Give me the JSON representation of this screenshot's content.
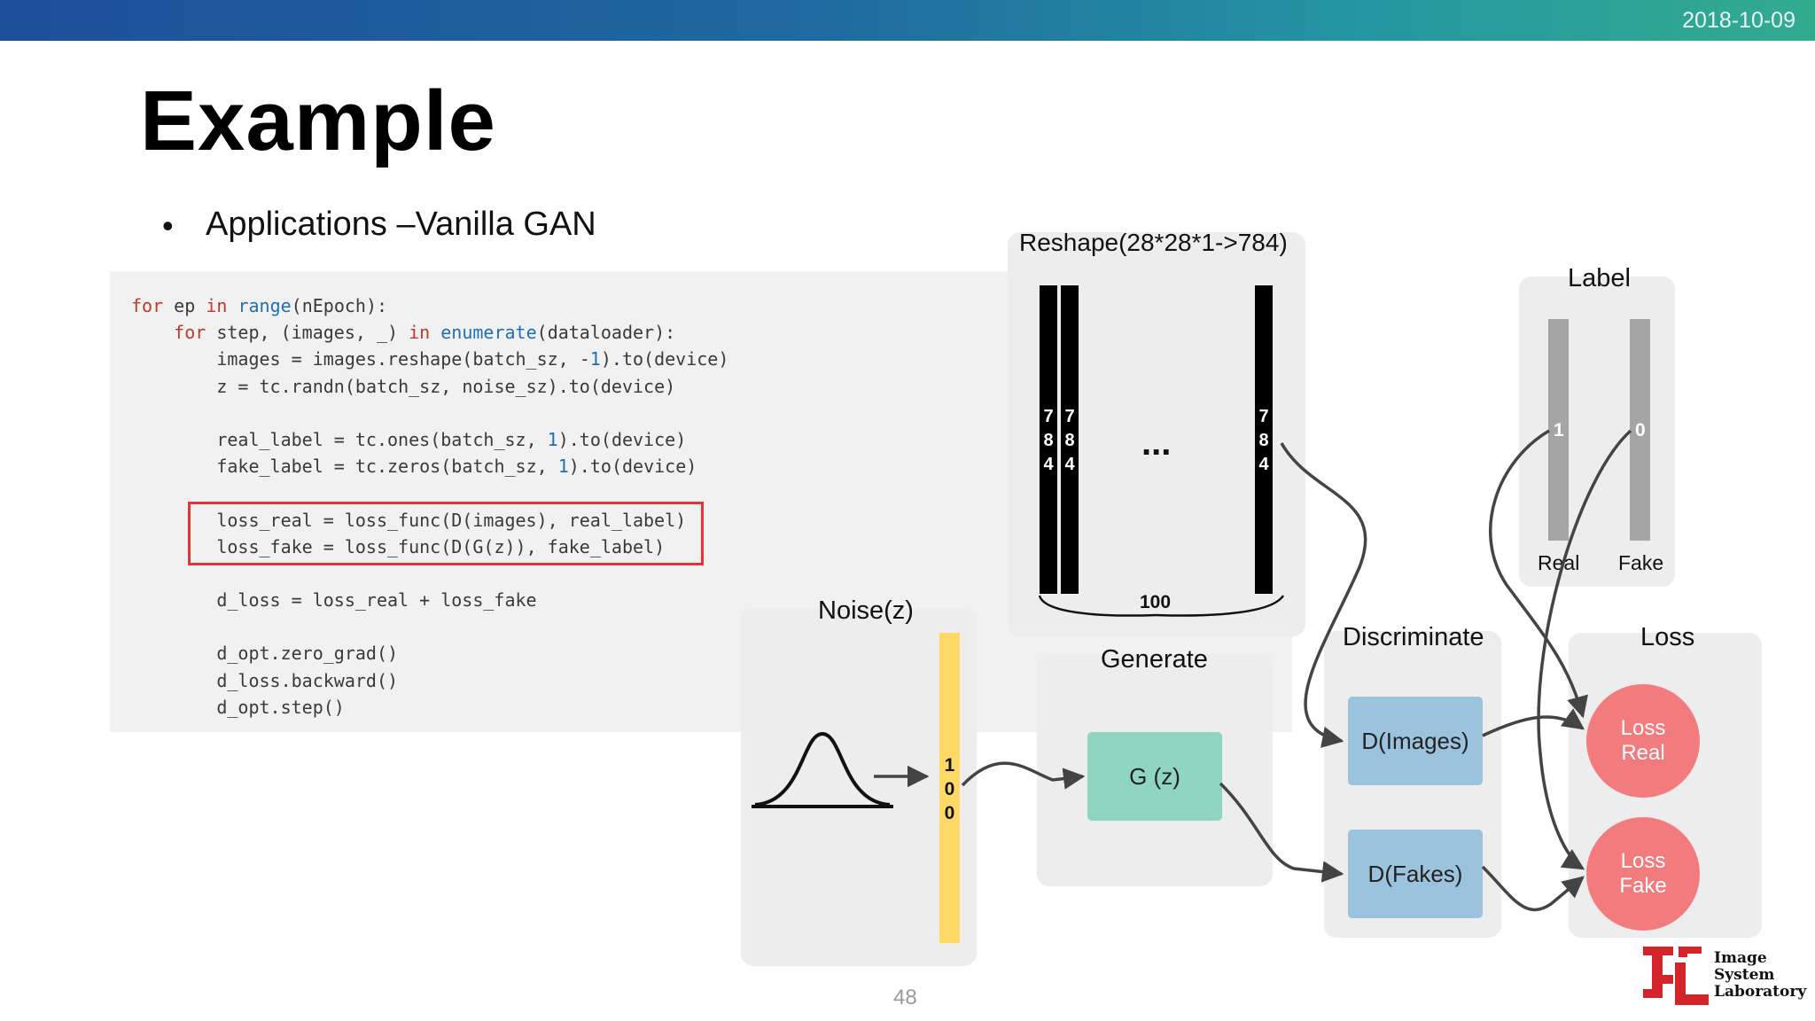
{
  "header": {
    "date": "2018-10-09"
  },
  "slide": {
    "title": "Example",
    "bullet": "Applications –Vanilla GAN",
    "page_number": "48"
  },
  "code_lines": [
    "for ep in range(nEpoch):",
    "    for step, (images, _) in enumerate(dataloader):",
    "        images = images.reshape(batch_sz, -1).to(device)",
    "        z = tc.randn(batch_sz, noise_sz).to(device)",
    "",
    "        real_label = tc.ones(batch_sz, 1).to(device)",
    "        fake_label = tc.zeros(batch_sz, 1).to(device)",
    "",
    "        loss_real = loss_func(D(images), real_label)",
    "        loss_fake = loss_func(D(G(z)), fake_label)",
    "",
    "        d_loss = loss_real + loss_fake",
    "",
    "        d_opt.zero_grad()",
    "        d_loss.backward()",
    "        d_opt.step()"
  ],
  "diagram": {
    "reshape_title": "Reshape(28*28*1->784)",
    "bar_digits": [
      "7",
      "8",
      "4"
    ],
    "ellipsis": "...",
    "batch_count": "100",
    "noise_title": "Noise(z)",
    "noise_digits": [
      "1",
      "0",
      "0"
    ],
    "generate_title": "Generate",
    "generator_node": "G (z)",
    "discriminate_title": "Discriminate",
    "d_images": "D(Images)",
    "d_fakes": "D(Fakes)",
    "label_title": "Label",
    "real_value": "1",
    "fake_value": "0",
    "real_caption": "Real",
    "fake_caption": "Fake",
    "loss_title": "Loss",
    "loss_real_l1": "Loss",
    "loss_real_l2": "Real",
    "loss_fake_l1": "Loss",
    "loss_fake_l2": "Fake"
  },
  "logo": {
    "line1": "Image",
    "line2": "System",
    "line3": "Laboratory"
  },
  "colors": {
    "code_highlight_box": "#e0353b",
    "generator_node": "#8fd5c2",
    "discriminator_nodes": "#9cc3dd",
    "loss_circles": "#f27b7d",
    "noise_vector": "#ffd966"
  }
}
